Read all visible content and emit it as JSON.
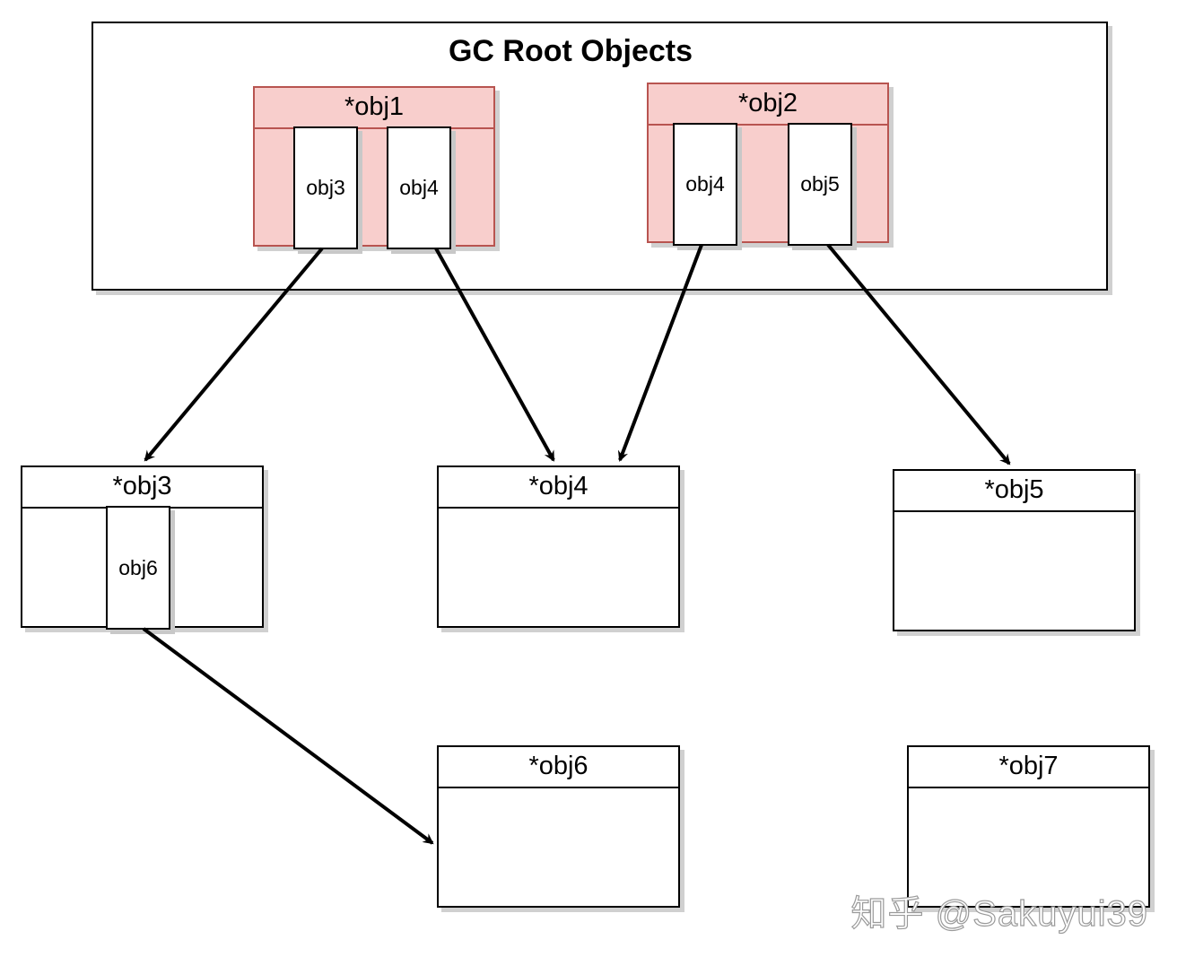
{
  "root_group": {
    "title": "GC Root Objects",
    "objects": [
      {
        "name": "*obj1",
        "fields": [
          "obj3",
          "obj4"
        ]
      },
      {
        "name": "*obj2",
        "fields": [
          "obj4",
          "obj5"
        ]
      }
    ]
  },
  "heap_objects": [
    {
      "name": "*obj3",
      "fields": [
        "obj6"
      ]
    },
    {
      "name": "*obj4",
      "fields": []
    },
    {
      "name": "*obj5",
      "fields": []
    },
    {
      "name": "*obj6",
      "fields": []
    },
    {
      "name": "*obj7",
      "fields": []
    }
  ],
  "references": [
    {
      "from": "*obj1.obj3",
      "to": "*obj3"
    },
    {
      "from": "*obj1.obj4",
      "to": "*obj4"
    },
    {
      "from": "*obj2.obj4",
      "to": "*obj4"
    },
    {
      "from": "*obj2.obj5",
      "to": "*obj5"
    },
    {
      "from": "*obj3.obj6",
      "to": "*obj6"
    }
  ],
  "colors": {
    "root_object_fill": "#f8cecc",
    "root_object_stroke": "#b85450",
    "stroke": "#000000"
  },
  "watermark": "知乎 @Sakuyui39"
}
